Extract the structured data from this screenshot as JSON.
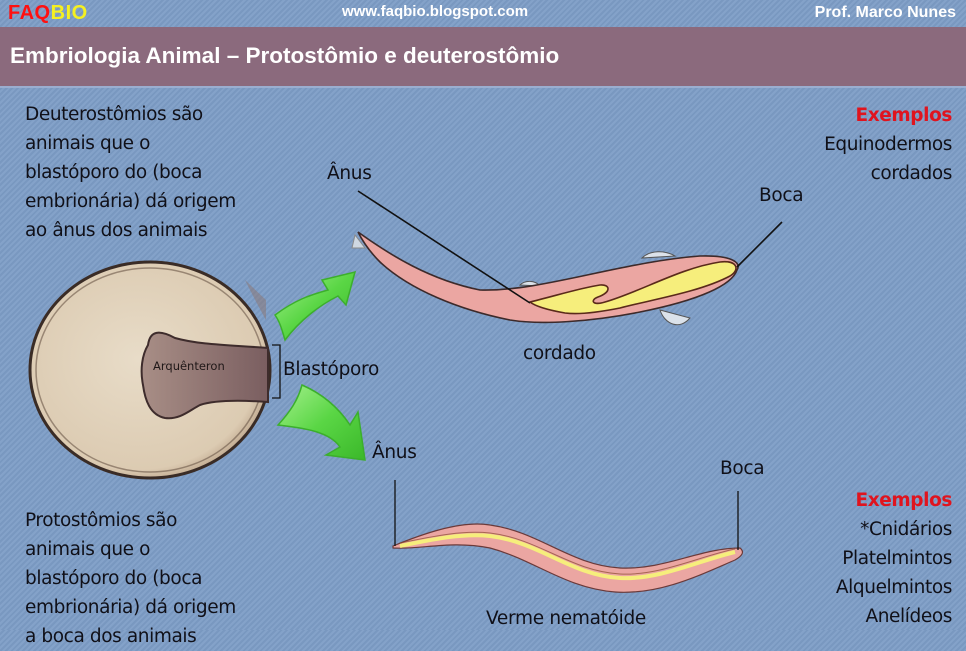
{
  "header": {
    "brand_part1": "FAQ",
    "brand_part2": "BIO",
    "site": "www.faqbio.blogspot.com",
    "author": "Prof. Marco Nunes"
  },
  "title": "Embriologia Animal – Protostômio e deuterostômio",
  "deuterostome": {
    "description_lines": [
      "Deuterostômios são",
      "animais que o",
      "blastóporo do (boca",
      "embrionária) dá origem",
      "ao ânus dos animais"
    ],
    "examples_heading": "Exemplos",
    "examples": [
      "Equinodermos",
      "cordados"
    ],
    "anus_label": "Ânus",
    "mouth_label": "Boca",
    "organism_label": "cordado"
  },
  "embryo": {
    "archenteron_label": "Arquênteron",
    "blastopore_label": "Blastóporo"
  },
  "protostome": {
    "description_lines": [
      "Protostômios são",
      "animais que o",
      "blastóporo do (boca",
      "embrionária) dá origem",
      "a boca dos animais"
    ],
    "examples_heading": "Exemplos",
    "examples": [
      "*Cnidários",
      "Platelmintos",
      "Alquelmintos",
      "Anelídeos"
    ],
    "anus_label": "Ânus",
    "mouth_label": "Boca",
    "organism_label": "Verme nematóide"
  },
  "colors": {
    "background": "#7d9dc6",
    "title_bar": "#8b6a7d",
    "brand_red": "#ff1010",
    "brand_yellow": "#f5f020",
    "examples_red": "#e0141e",
    "arrow_green": "#5fd84a",
    "body_pink": "#eaa3a0",
    "gut_yellow": "#f4ec7a",
    "embryo_beige": "#e3d6c2"
  }
}
